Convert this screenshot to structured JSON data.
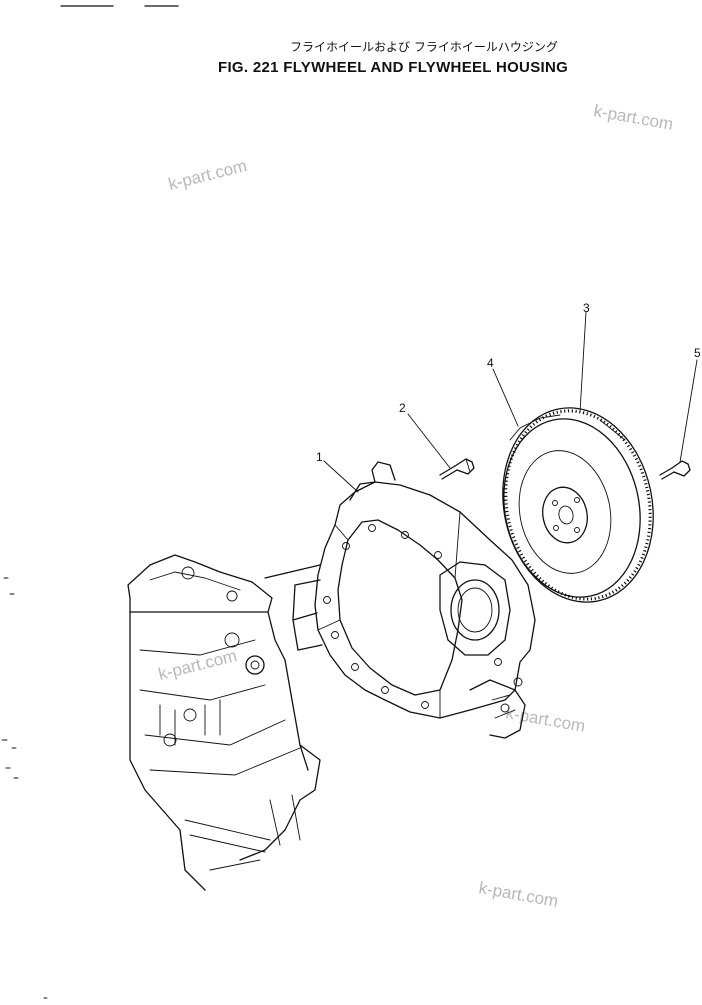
{
  "figure": {
    "title_jp": "フライホイールおよび フライホイールハウジング",
    "title_en": "FIG. 221  FLYWHEEL AND FLYWHEEL HOUSING"
  },
  "callouts": [
    "1",
    "2",
    "3",
    "4",
    "5"
  ],
  "watermark": "k-part.com"
}
